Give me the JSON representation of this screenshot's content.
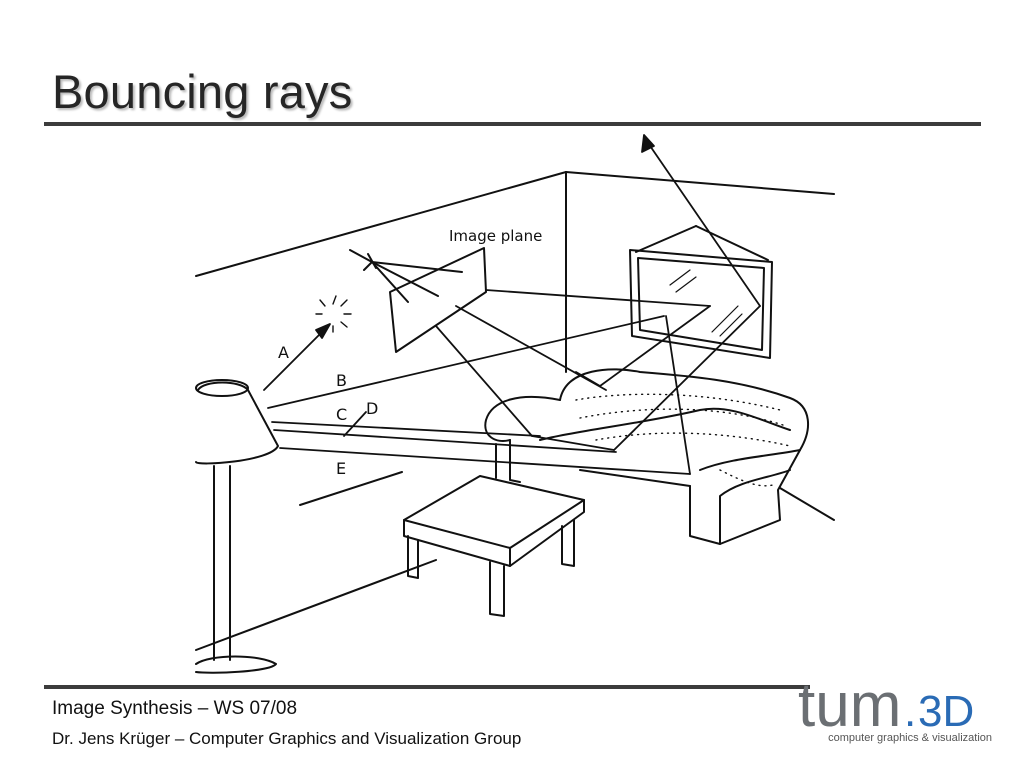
{
  "slide": {
    "title": "Bouncing rays"
  },
  "figure": {
    "labels": {
      "image_plane": "Image plane",
      "a": "A",
      "b": "B",
      "c": "C",
      "d": "D",
      "e": "E"
    }
  },
  "footer": {
    "course": "Image Synthesis – WS 07/08",
    "author": "Dr. Jens Krüger – Computer Graphics and Visualization Group"
  },
  "logo": {
    "wordmark_left": "tum",
    "wordmark_dot": ".",
    "wordmark_right": "3D",
    "subtitle": "computer graphics & visualization",
    "colors": {
      "gray": "#6b6f73",
      "blue": "#2a6bb5"
    }
  }
}
